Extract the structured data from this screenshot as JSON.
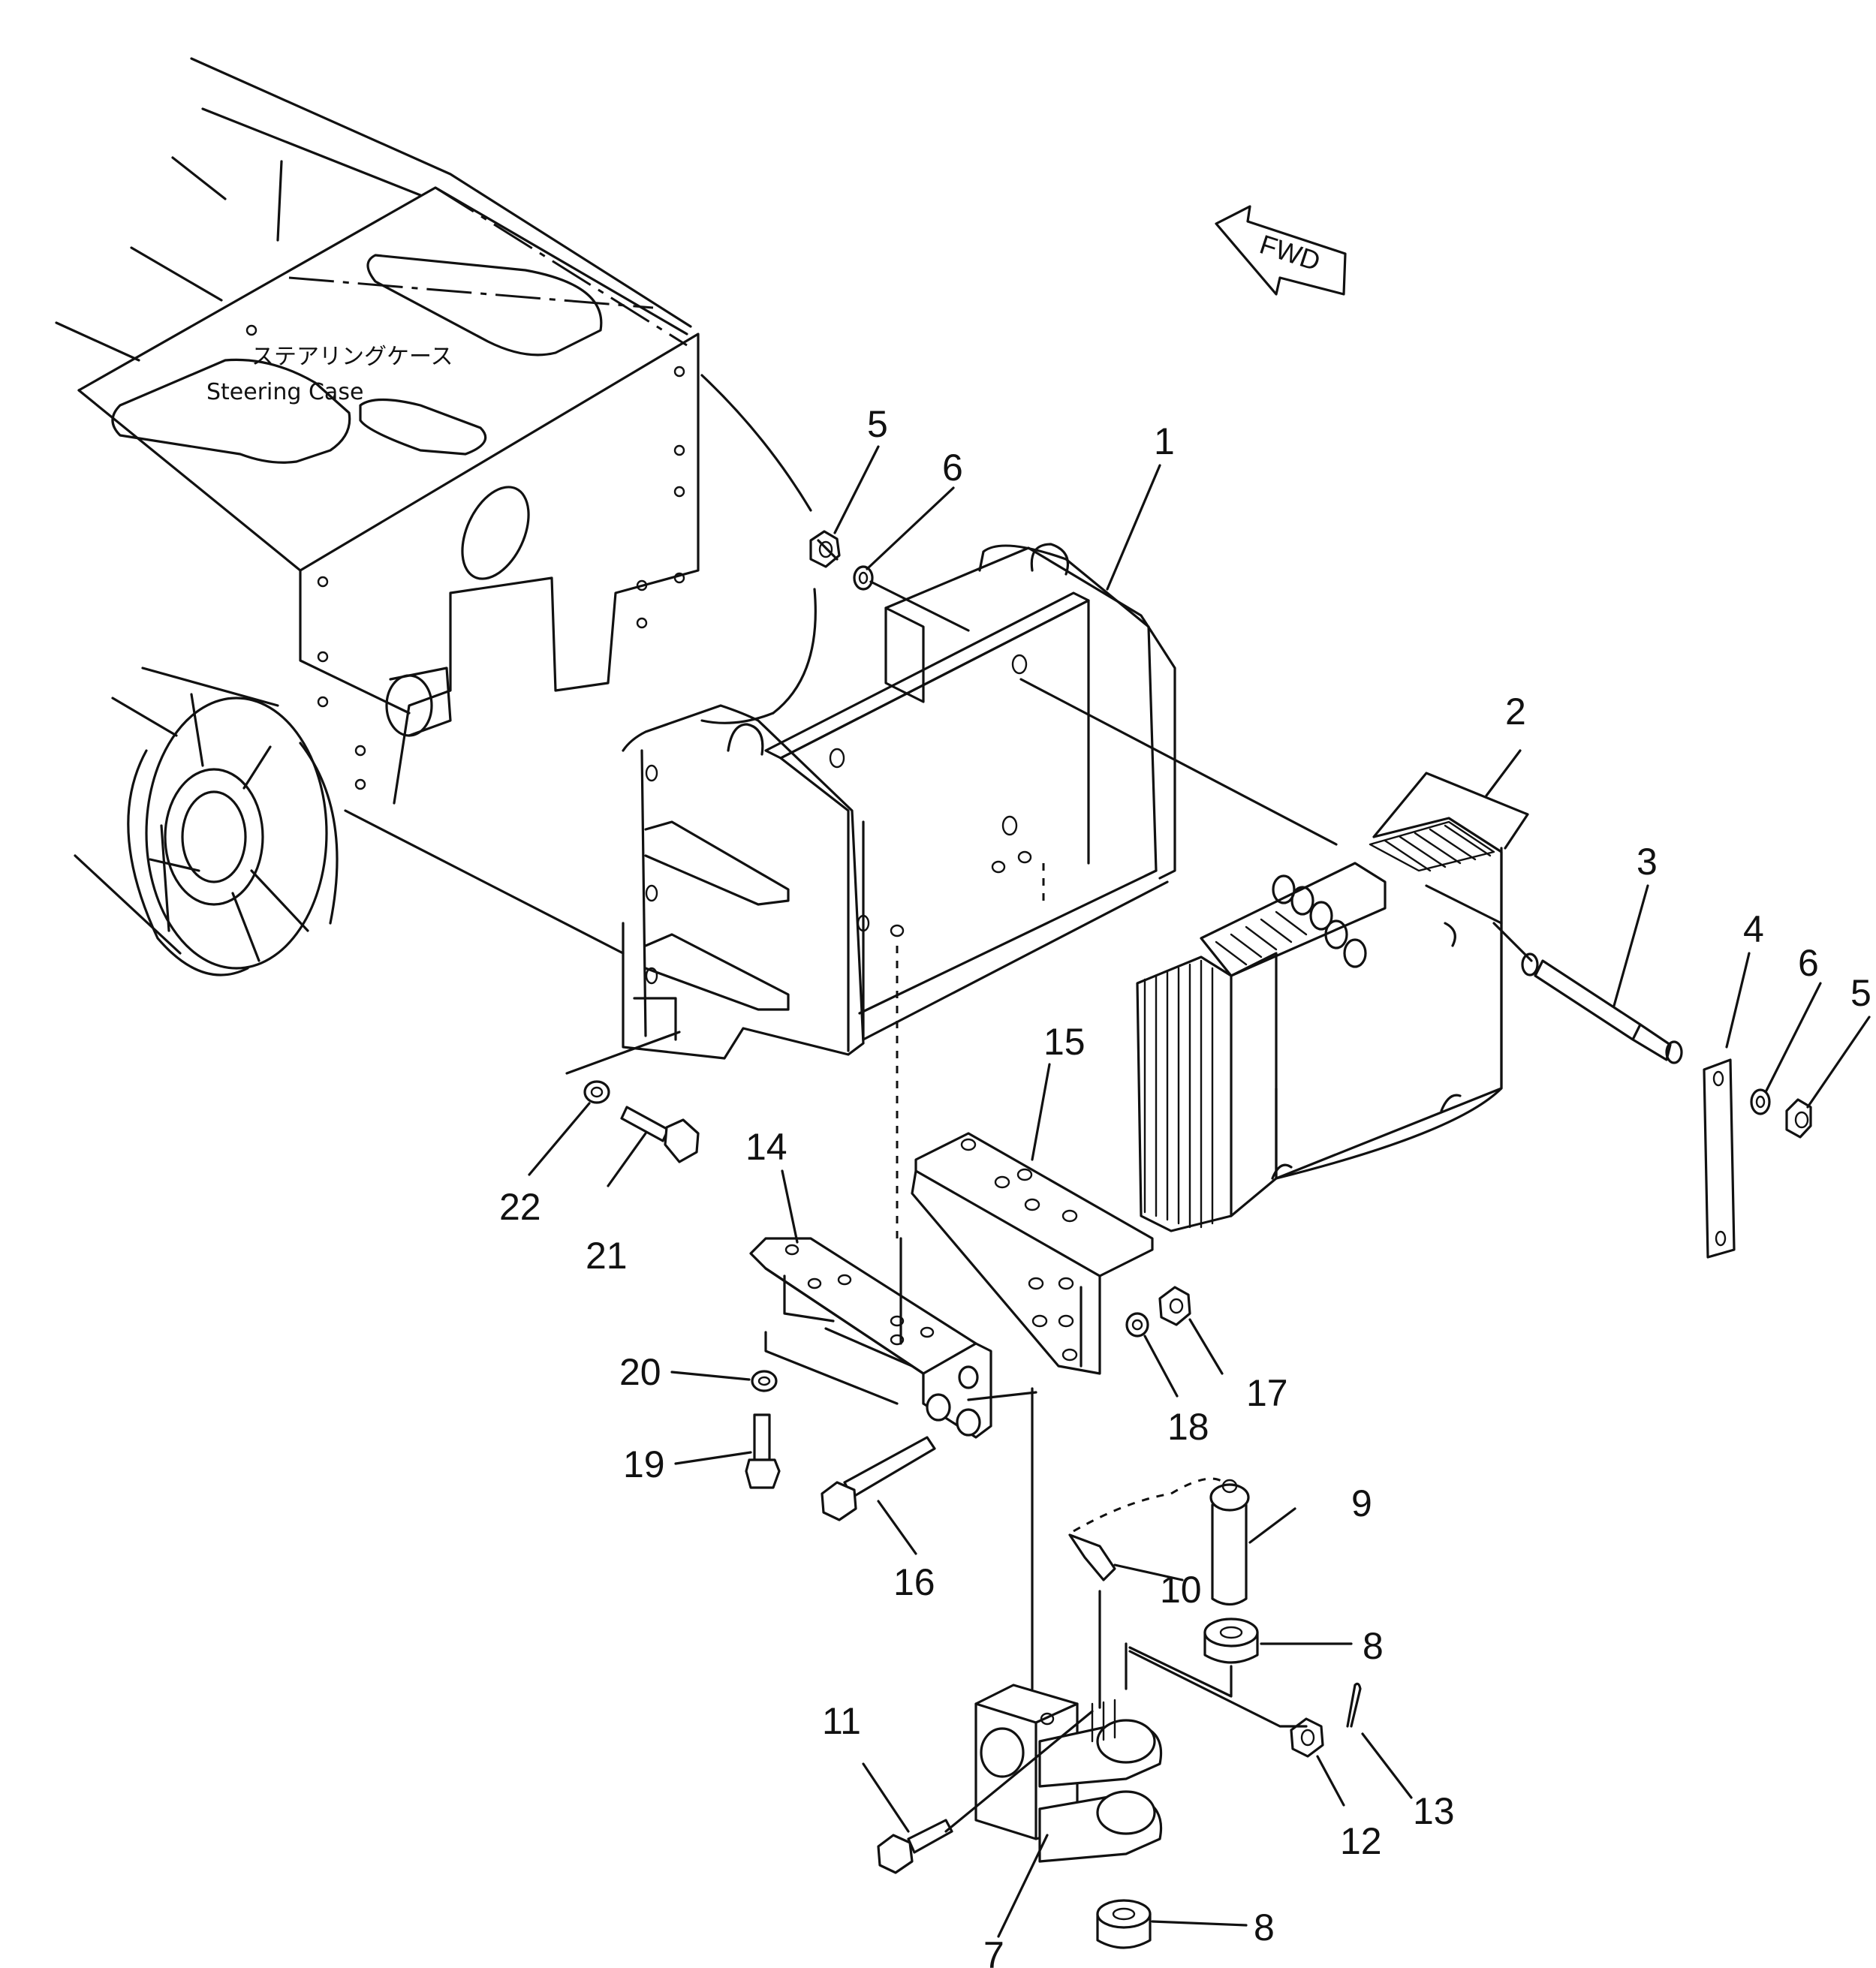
{
  "steering_case": {
    "label_jp": "ステアリングケース",
    "label_en": "Steering  Case"
  },
  "direction": {
    "label": "FWD"
  },
  "callouts": [
    "1",
    "2",
    "3",
    "4",
    "5",
    "5",
    "6",
    "6",
    "7",
    "8",
    "8",
    "9",
    "10",
    "11",
    "12",
    "13",
    "14",
    "15",
    "16",
    "17",
    "18",
    "19",
    "20",
    "21",
    "22"
  ]
}
